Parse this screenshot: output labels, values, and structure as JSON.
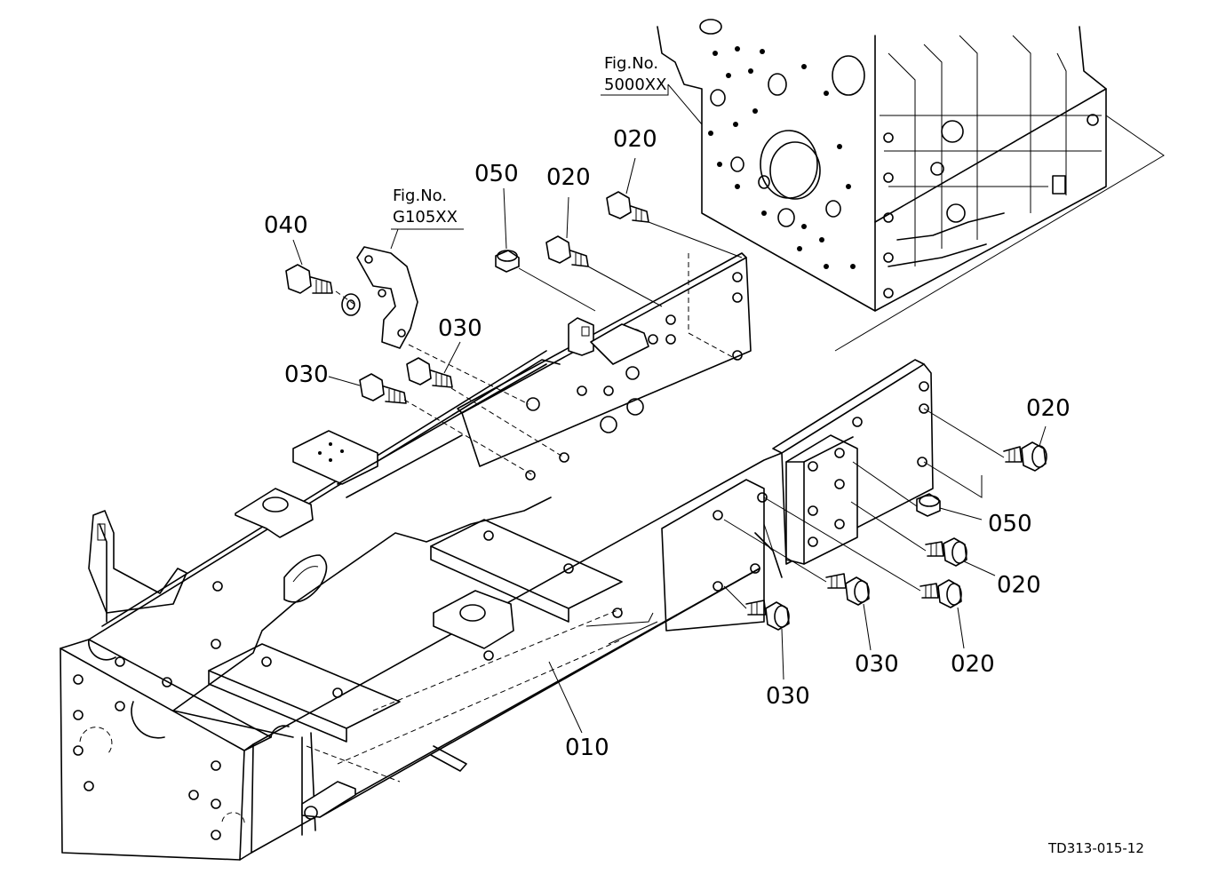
{
  "figure_code": "TD313-015-12",
  "references": [
    {
      "id": "ref-engine",
      "line1": "Fig.No.",
      "line2": "5000XX"
    },
    {
      "id": "ref-bracket",
      "line1": "Fig.No.",
      "line2": "G105XX"
    }
  ],
  "part_labels": [
    {
      "id": "p040",
      "text": "040"
    },
    {
      "id": "p050a",
      "text": "050"
    },
    {
      "id": "p020a",
      "text": "020"
    },
    {
      "id": "p020b",
      "text": "020"
    },
    {
      "id": "p030a",
      "text": "030"
    },
    {
      "id": "p030b",
      "text": "030"
    },
    {
      "id": "p020c",
      "text": "020"
    },
    {
      "id": "p050b",
      "text": "050"
    },
    {
      "id": "p020d",
      "text": "020"
    },
    {
      "id": "p020e",
      "text": "020"
    },
    {
      "id": "p030c",
      "text": "030"
    },
    {
      "id": "p030d",
      "text": "030"
    },
    {
      "id": "p010",
      "text": "010"
    }
  ]
}
